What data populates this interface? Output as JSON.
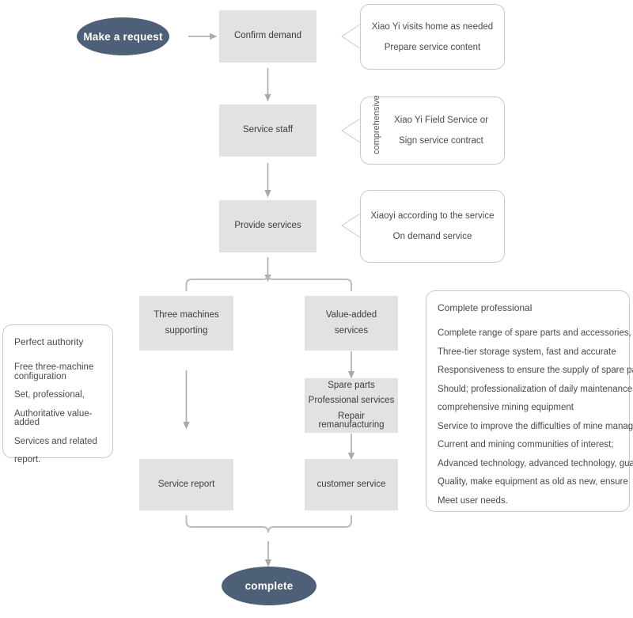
{
  "meta": {
    "title": "Service Flow Chart",
    "accent_color": "#4e6077",
    "box_fill": "#e2e2e2",
    "line_color": "#b0b0b0",
    "note_border": "#c9c9c9"
  },
  "start": {
    "label": "Make a request"
  },
  "end": {
    "label": "complete"
  },
  "steps": {
    "confirm_demand": "Confirm demand",
    "service_staff": "Service staff",
    "provide_services": "Provide services",
    "three_machines_l1": "Three machines",
    "three_machines_l2": "supporting",
    "value_added_l1": "Value-added",
    "value_added_l2": "services",
    "spare_parts_l1": "Spare parts",
    "spare_parts_l2": "Professional services",
    "spare_parts_l3": "Repair remanufacturing",
    "service_report": "Service report",
    "customer_service": "customer service"
  },
  "callouts": [
    {
      "name": "confirm-demand-note",
      "lines": [
        "Xiao Yi visits home as needed",
        "Prepare service content"
      ],
      "side_label": ""
    },
    {
      "name": "service-staff-note",
      "lines": [
        "Xiao Yi Field Service or",
        "Sign service contract"
      ],
      "side_label": "comprehensive"
    },
    {
      "name": "provide-services-note",
      "lines": [
        "Xiaoyi according to the service",
        "On demand service"
      ],
      "side_label": ""
    }
  ],
  "left_note": {
    "header": "Perfect authority",
    "lines": [
      "Free three-machine configuration",
      "Set, professional,",
      "Authoritative value-added",
      "Services and related",
      "report."
    ]
  },
  "right_note": {
    "header": "Complete professional",
    "lines": [
      "Complete range of spare parts and accessories, perfect",
      "Three-tier storage system, fast and accurate",
      "Responsiveness to ensure the supply of spare parts",
      "Should; professionalization of daily maintenance of",
      "comprehensive mining equipment",
      "Service to improve the difficulties of mine management",
      "Current and mining communities of interest;",
      "Advanced technology, advanced technology, guarantee",
      "Quality, make equipment as old as new, ensure",
      "Meet user needs."
    ]
  }
}
